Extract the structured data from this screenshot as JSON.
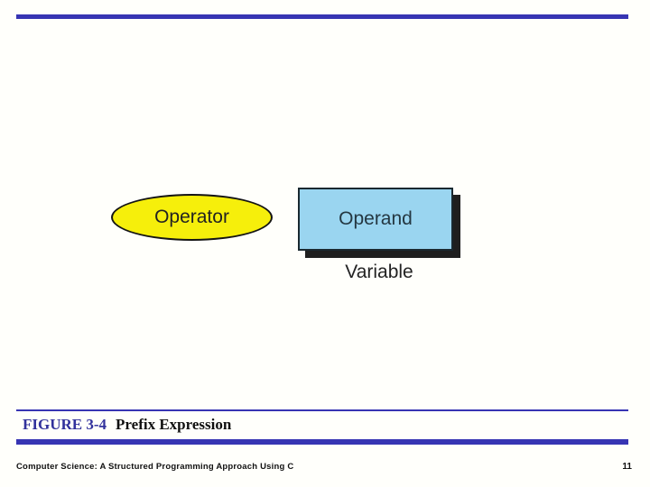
{
  "slide": {
    "figure": {
      "operator_label": "Operator",
      "operand_label": "Operand",
      "variable_label": "Variable"
    },
    "caption": {
      "figure_ref": "FIGURE 3-4",
      "title": "Prefix Expression"
    },
    "footer": {
      "book_title": "Computer Science: A Structured Programming Approach Using C",
      "page_number": "11"
    },
    "colors": {
      "accent_blue": "#3735b3",
      "caption_blue": "#31319c",
      "ellipse_yellow": "#f6ef0b",
      "ellipse_outline": "#141414",
      "operand_fill": "#9ad5f0",
      "operand_outline": "#1a2930",
      "shadow": "#1f1f1f",
      "label_text": "#222222"
    }
  }
}
